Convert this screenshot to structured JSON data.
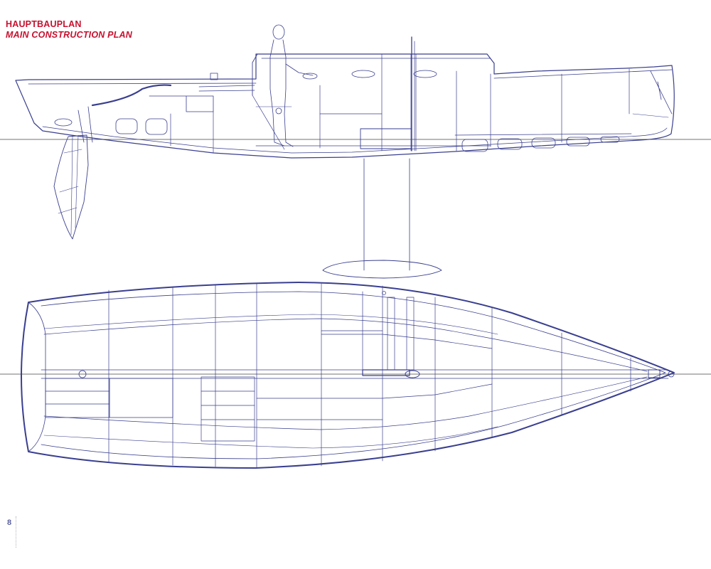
{
  "header": {
    "title_de": "HAUPTBAUPLAN",
    "title_en": "MAIN CONSTRUCTION PLAN"
  },
  "footer": {
    "page_number": "8"
  },
  "colors": {
    "title": "#c8102e",
    "linework": "#3a3f8f",
    "waterline": "#444444",
    "page_number": "#5a5fa0"
  },
  "views": [
    {
      "view": "side-profile"
    },
    {
      "view": "top-plan"
    }
  ]
}
